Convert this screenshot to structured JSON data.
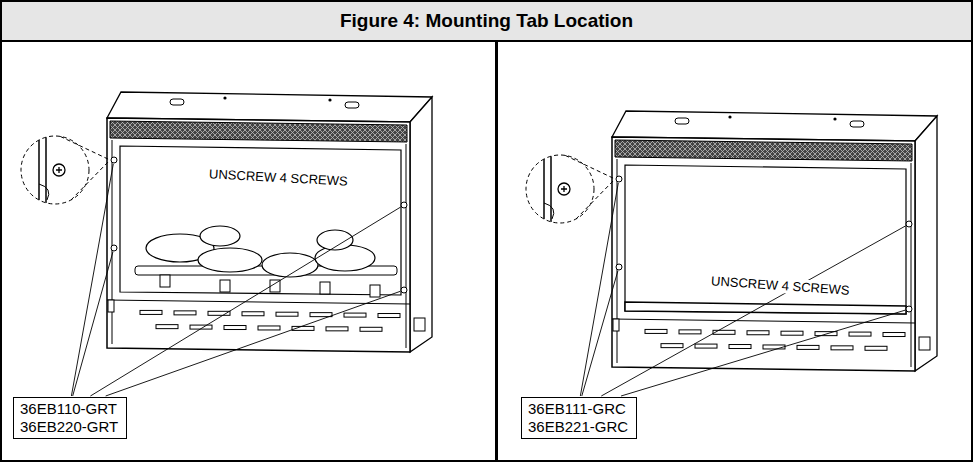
{
  "diagram": {
    "title": "Figure 4: Mounting Tab Location",
    "nodes": [
      {
        "text": [
          "UNSCREW 4 SCREWS"
        ]
      },
      {
        "text": [
          "36EB110-GRT",
          "36EB220-GRT"
        ],
        "in": 0
      },
      {
        "text": [
          "UNSCREW 4 SCREWS"
        ]
      },
      {
        "text": [
          "36EB111-GRC",
          "36EB221-GRC"
        ],
        "in": 2
      }
    ]
  }
}
